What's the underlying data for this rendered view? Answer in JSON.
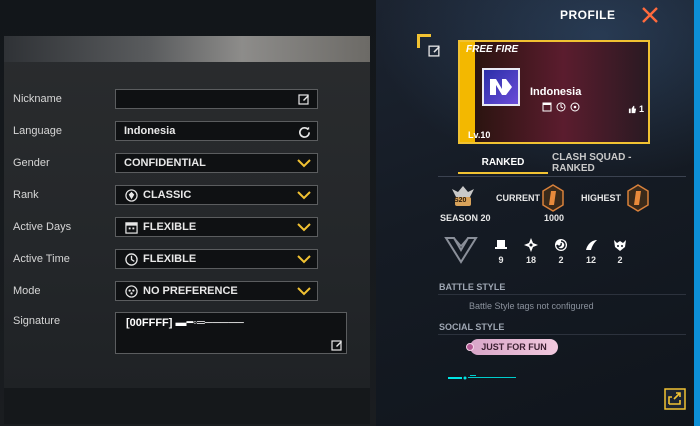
{
  "form": {
    "fields": [
      {
        "label": "Nickname",
        "value": ""
      },
      {
        "label": "Language",
        "value": "Indonesia"
      },
      {
        "label": "Gender",
        "value": "CONFIDENTIAL"
      },
      {
        "label": "Rank",
        "value": "CLASSIC"
      },
      {
        "label": "Active Days",
        "value": "FLEXIBLE"
      },
      {
        "label": "Active Time",
        "value": "FLEXIBLE"
      },
      {
        "label": "Mode",
        "value": "NO PREFERENCE"
      }
    ],
    "signature": {
      "label": "Signature",
      "value": "[00FFFF] ▬━◦═─────"
    }
  },
  "profile": {
    "title": "PROFILE",
    "banner": {
      "logo": "FREE FIRE",
      "name": "Indonesia",
      "likes": "1",
      "level": "Lv.10"
    },
    "tabs": [
      {
        "label": "RANKED",
        "active": true
      },
      {
        "label": "CLASH SQUAD - RANKED",
        "active": false
      }
    ],
    "rank": {
      "season_badge": "S20",
      "season_label": "SEASON 20",
      "current_label": "CURRENT",
      "current_value": "1000",
      "highest_label": "HIGHEST"
    },
    "stats": [
      {
        "icon": "hat-icon",
        "value": "9"
      },
      {
        "icon": "shuriken-icon",
        "value": "18"
      },
      {
        "icon": "swirl-icon",
        "value": "2"
      },
      {
        "icon": "claw-icon",
        "value": "12"
      },
      {
        "icon": "skull-icon",
        "value": "2"
      }
    ],
    "battle_style": {
      "title": "BATTLE STYLE",
      "note": "Battle Style tags not configured"
    },
    "social_style": {
      "title": "SOCIAL STYLE",
      "tag": "JUST FOR FUN"
    }
  },
  "colors": {
    "accent_gold": "#f1c232",
    "frame_blue": "#0d8fd6",
    "close_orange": "#ff6a3d",
    "signature_cyan": "#00ffff"
  }
}
